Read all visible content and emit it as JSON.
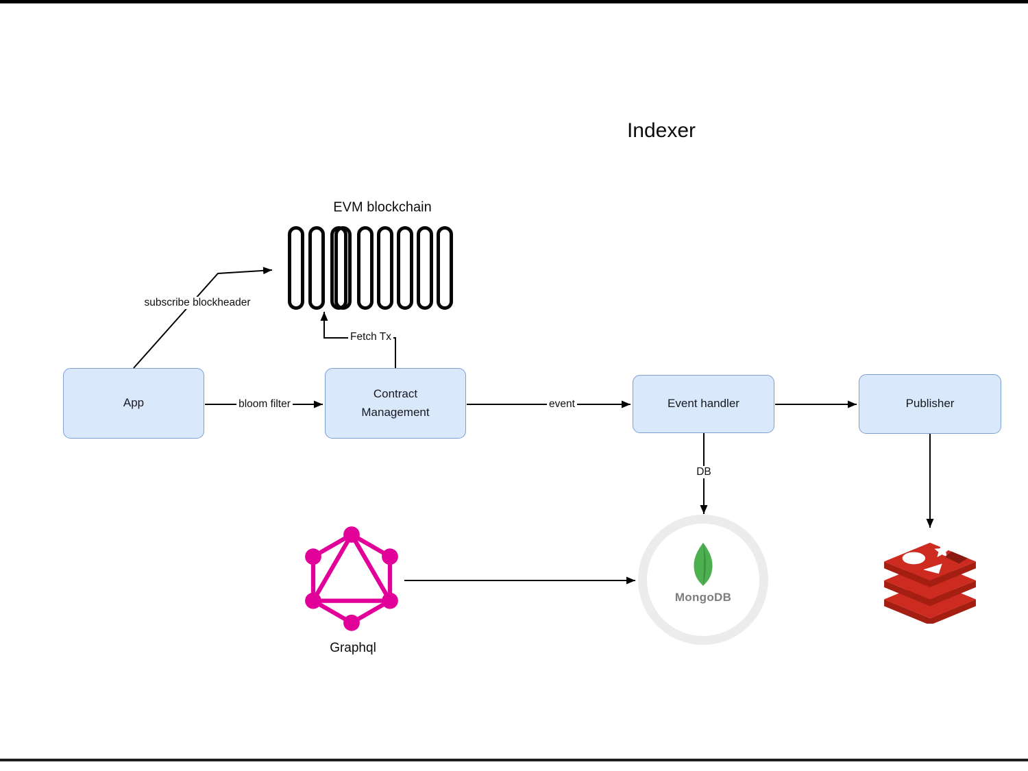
{
  "title": "Indexer",
  "blockchain": {
    "label": "EVM blockchain"
  },
  "nodes": {
    "app": {
      "label": "App"
    },
    "contract_management": {
      "label": "Contract\nManagement"
    },
    "event_handler": {
      "label": "Event handler"
    },
    "publisher": {
      "label": "Publisher"
    }
  },
  "edge_labels": {
    "subscribe_blockheader": "subscribe blockheader",
    "bloom_filter": "bloom filter",
    "fetch_tx": "Fetch Tx",
    "event": "event",
    "db": "DB"
  },
  "logos": {
    "graphql": {
      "label": "Graphql",
      "color": "#e10098"
    },
    "mongodb": {
      "label": "MongoDB",
      "leaf_color": "#4caf50",
      "ring_color": "#ececec",
      "text_color": "#7d7d7d"
    },
    "redis": {
      "red": "#cd2b20",
      "dark_red": "#a41e11"
    }
  },
  "node_style": {
    "fill": "#dae8fc",
    "border": "#7e9ed1"
  }
}
